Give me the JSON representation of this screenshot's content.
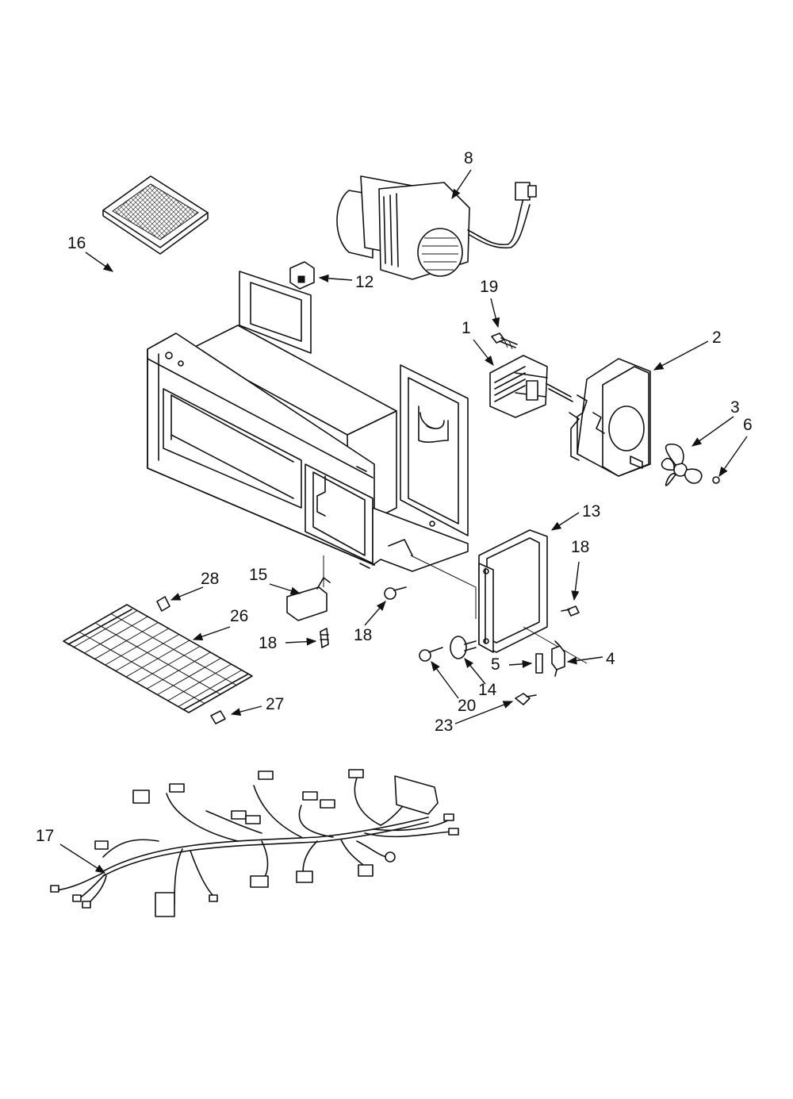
{
  "diagram": {
    "labels": {
      "p1": "1",
      "p2": "2",
      "p3": "3",
      "p4": "4",
      "p5": "5",
      "p6": "6",
      "p8": "8",
      "p12": "12",
      "p13": "13",
      "p14": "14",
      "p15": "15",
      "p16": "16",
      "p17": "17",
      "p18a": "18",
      "p18b": "18",
      "p18c": "18",
      "p19": "19",
      "p20": "20",
      "p23": "23",
      "p26": "26",
      "p27": "27",
      "p28": "28"
    }
  }
}
